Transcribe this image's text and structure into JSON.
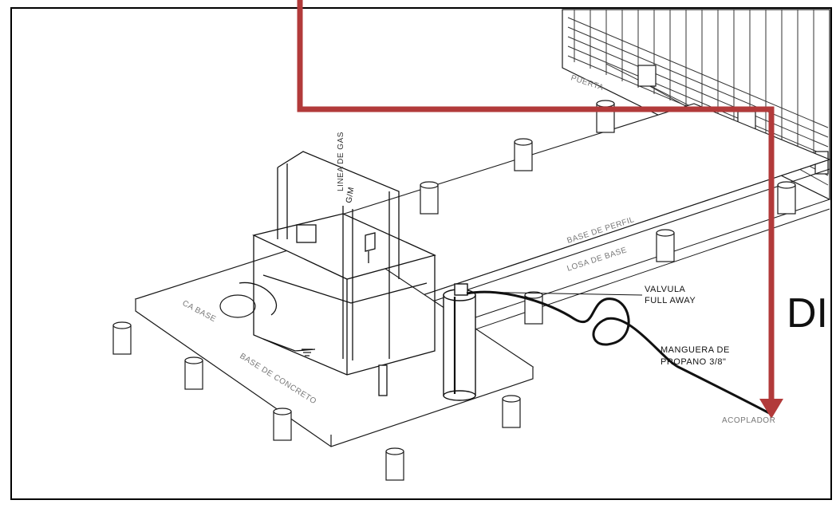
{
  "labels": {
    "valve_line1": "VALVULA",
    "valve_line2": "FULL AWAY",
    "hose_line1": "MANGUERA DE",
    "hose_line2": "PROPANO 3/8\"",
    "outlet": "ACOPLADOR",
    "big_text": "DI",
    "door": "PUERTA",
    "pipe_vertical": "LINEA DE GAS",
    "rail_top": "BASE DE PERFIL",
    "rail_bottom": "LOSA DE BASE",
    "plate_front": "BASE DE CONCRETO",
    "plate_left": "CA BASE",
    "valve_small": "G/M"
  },
  "colors": {
    "pipe": "#b23a3a",
    "line": "#1a1a1a",
    "frame": "#000000"
  },
  "icons": {
    "arrow": "arrow-down-icon",
    "ground": "ground-symbol-icon"
  }
}
